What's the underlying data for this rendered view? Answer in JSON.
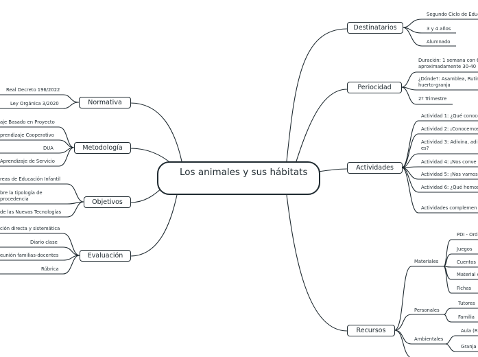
{
  "root": {
    "title": "Los animales y sus hábitats"
  },
  "branches": {
    "destinatarios": {
      "label": "Destinatarios",
      "items": [
        "Segundo Ciclo de Educ",
        "3 y 4 años",
        "Alumnado"
      ]
    },
    "periocidad": {
      "label": "Periocidad",
      "items": [
        "Duración: 1 semana con 6",
        "aproximadamente 30-40",
        "¿Dónde?: Asamblea, Rutin",
        "huerto-granja",
        "2º Trimestre"
      ]
    },
    "actividades": {
      "label": "Actividades",
      "items": [
        "Actividad 1: ¿Qué conoce",
        "Actividad 2: ¡Conocemos",
        "Actividad 3: Adivina, adi",
        "es?",
        "Actividad 4: ¡Nos conve",
        "Actividad 5: ¡Nos vamos",
        "Actividad 6: ¿Qué hemos",
        "Actividades complemen"
      ]
    },
    "recursos": {
      "label": "Recursos",
      "materiales": {
        "label": "Materiales",
        "items": [
          "PDI - Orde",
          "Juegos",
          "Cuentos",
          "Material d",
          "Fichas"
        ]
      },
      "personales": {
        "label": "Personales",
        "items": [
          "Tutores",
          "Familia"
        ]
      },
      "ambientales": {
        "label": "Ambientales",
        "items": [
          "Aula (R",
          "Granja"
        ]
      }
    },
    "normativa": {
      "label": "Normativa",
      "items": [
        "Real Decreto 196/2022",
        "Ley Orgánica 3/2020"
      ]
    },
    "metodologia": {
      "label": "Metodología",
      "items": [
        "aje Basado en Proyecto",
        "prendizaje Cooperativo",
        "DUA",
        "Aprendizaje de Servicio"
      ]
    },
    "objetivos": {
      "label": "Objetivos",
      "items": [
        "reas de Educación Infantil",
        "bre la tipología de",
        "procedencia",
        "de las Nuevas Tecnologías"
      ]
    },
    "evaluacion": {
      "label": "Evaluación",
      "items": [
        "ción directa y sistemática",
        "Diario clase",
        "eunión familias-docentes",
        "Rúbrica"
      ]
    }
  },
  "colors": {
    "line": "#1f2a30",
    "background": "#ffffff"
  }
}
